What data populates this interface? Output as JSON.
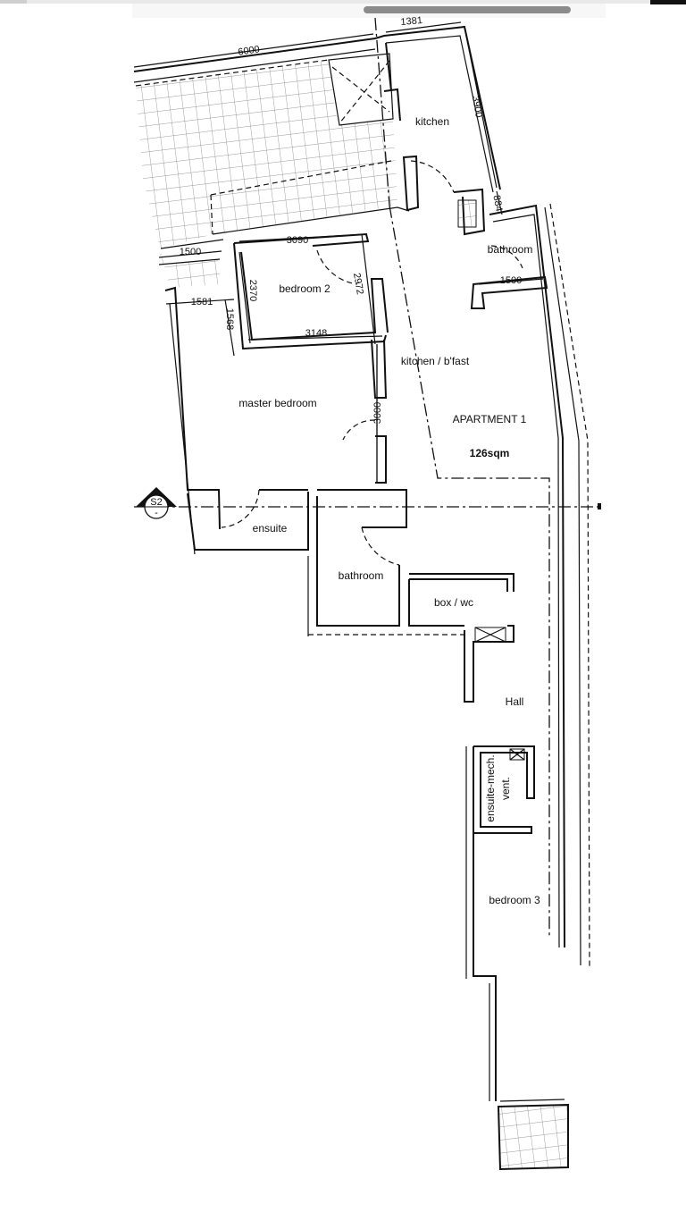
{
  "viewer": {
    "scrollbar": "horizontal-scrollbar"
  },
  "plan": {
    "rooms": {
      "kitchen": "kitchen",
      "bathroom_top": "bathroom",
      "bedroom2": "bedroom 2",
      "kitchen_bfast": "kitchen / b'fast",
      "master_bedroom": "master bedroom",
      "apartment": "APARTMENT  1",
      "area": "126sqm",
      "ensuite": "ensuite",
      "bathroom": "bathroom",
      "box_wc": "box / wc",
      "hall": "Hall",
      "ensuite_mech_1": "ensuite-mech.",
      "ensuite_mech_2": "vent.",
      "bedroom3": "bedroom 3"
    },
    "dimensions": {
      "d6000": "6000",
      "d1381": "1381",
      "d3900": "3900",
      "d884": "884",
      "d3090": "3090",
      "d1500a": "1500",
      "d2370": "2370",
      "d2972": "2972",
      "d1500b": "1500",
      "d1581": "1581",
      "d1568": "1568",
      "d3148": "3148",
      "d3000": "3000"
    },
    "section_marker": {
      "id": "S2",
      "sheet": "-"
    }
  }
}
